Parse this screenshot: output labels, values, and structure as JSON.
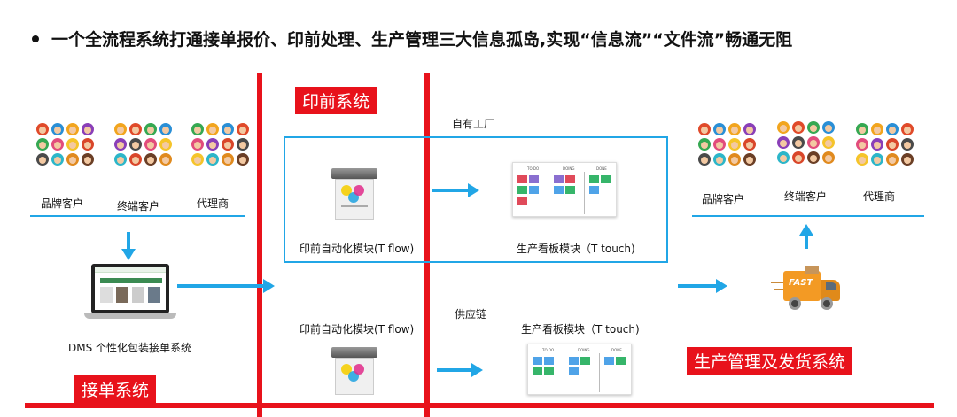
{
  "headline": "一个全流程系统打通接单报价、印前处理、生产管理三大信息孤岛,实现“信息流”“文件流”畅通无阻",
  "labels": {
    "prepress_system": "印前系统",
    "order_system": "接单系统",
    "production_shipping_system": "生产管理及发货系统",
    "own_factory": "自有工厂",
    "supply_chain": "供应链",
    "prepress_automation_1": "印前自动化模块(T flow)",
    "prepress_automation_2": "印前自动化模块(T flow)",
    "kanban_1": "生产看板模块（T touch)",
    "kanban_2": "生产看板模块（T touch)",
    "dms": "DMS 个性化包装接单系统"
  },
  "left_customers": [
    "品牌客户",
    "终端客户",
    "代理商"
  ],
  "right_customers": [
    "品牌客户",
    "终端客户",
    "代理商"
  ],
  "truck_text": "FAST",
  "kanban_headers": [
    "TO DO",
    "DOING",
    "DONE"
  ],
  "colors": {
    "red": "#e8121b",
    "blue": "#21a6e6"
  }
}
